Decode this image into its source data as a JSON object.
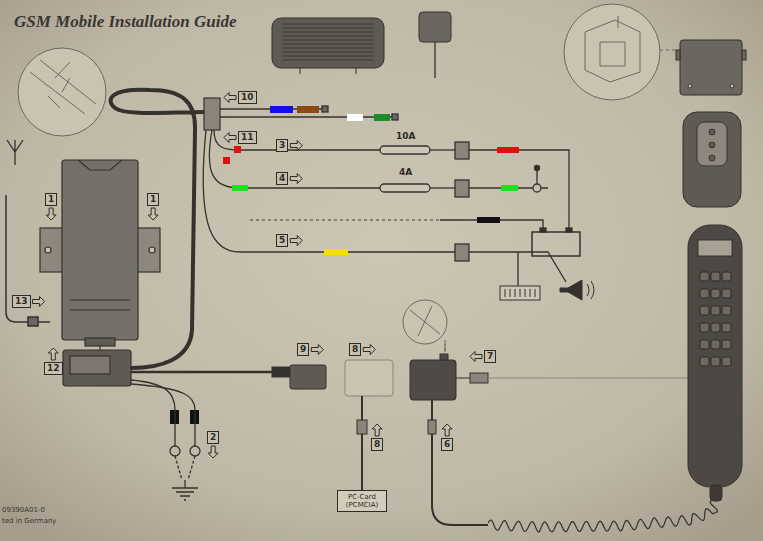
{
  "diagram": {
    "title": "GSM Mobile Installation Guide",
    "nodes": [
      {
        "text": [
          "PC-Card (PCMCIA)"
        ]
      }
    ],
    "labels": [
      "10",
      "11",
      "10A",
      "3",
      "4A",
      "4",
      "1",
      "1",
      "5",
      "13",
      "9",
      "8",
      "7",
      "12",
      "2",
      "8",
      "6",
      "09390A01-0",
      "ted in Germany"
    ]
  }
}
